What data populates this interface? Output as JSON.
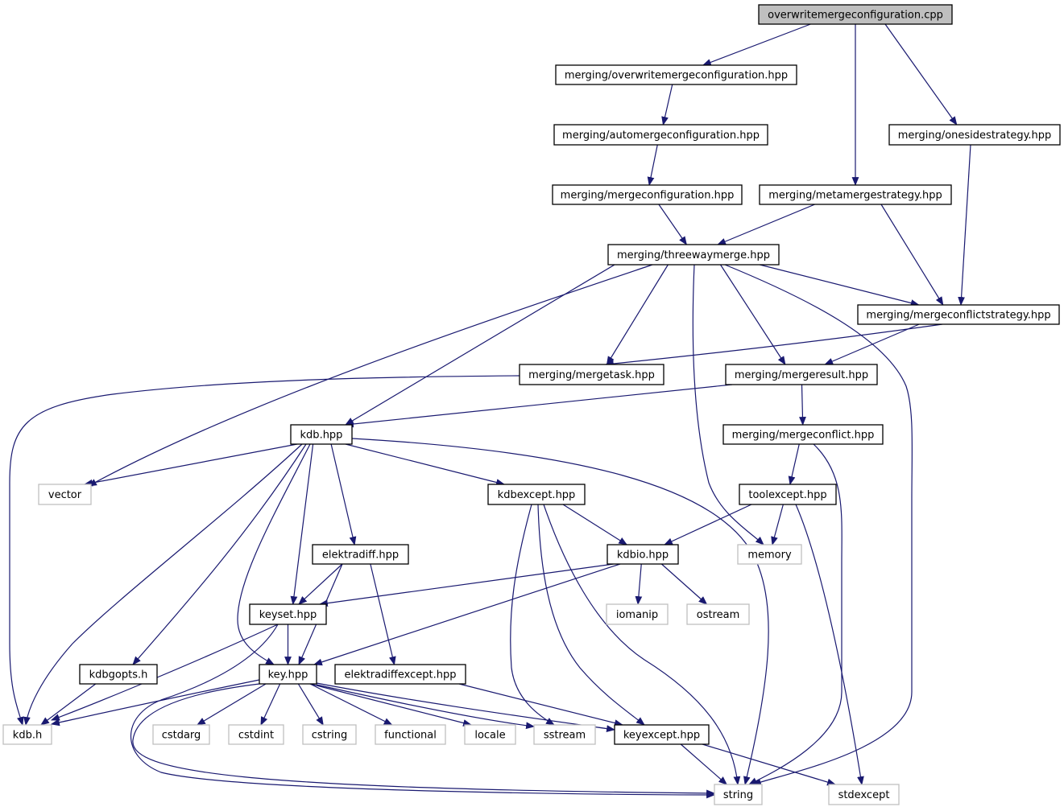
{
  "graph": {
    "type": "include-dependency-graph",
    "colors": {
      "edge": "#191970",
      "root_fill": "#bfbfbf",
      "internal_border": "#000000",
      "external_border": "#bfbfbf"
    },
    "nodes": [
      {
        "id": "cpp",
        "label": "overwritemergeconfiguration.cpp",
        "kind": "root"
      },
      {
        "id": "ovh",
        "label": "merging/overwritemergeconfiguration.hpp",
        "kind": "internal"
      },
      {
        "id": "auto",
        "label": "merging/automergeconfiguration.hpp",
        "kind": "internal"
      },
      {
        "id": "oness",
        "label": "merging/onesidestrategy.hpp",
        "kind": "internal"
      },
      {
        "id": "mcfg",
        "label": "merging/mergeconfiguration.hpp",
        "kind": "internal"
      },
      {
        "id": "meta",
        "label": "merging/metamergestrategy.hpp",
        "kind": "internal"
      },
      {
        "id": "three",
        "label": "merging/threewaymerge.hpp",
        "kind": "internal"
      },
      {
        "id": "mcs",
        "label": "merging/mergeconflictstrategy.hpp",
        "kind": "internal"
      },
      {
        "id": "mtask",
        "label": "merging/mergetask.hpp",
        "kind": "internal"
      },
      {
        "id": "mres",
        "label": "merging/mergeresult.hpp",
        "kind": "internal"
      },
      {
        "id": "kdbhpp",
        "label": "kdb.hpp",
        "kind": "internal"
      },
      {
        "id": "mconf",
        "label": "merging/mergeconflict.hpp",
        "kind": "internal"
      },
      {
        "id": "vector",
        "label": "vector",
        "kind": "external"
      },
      {
        "id": "kdbexc",
        "label": "kdbexcept.hpp",
        "kind": "internal"
      },
      {
        "id": "toolexc",
        "label": "toolexcept.hpp",
        "kind": "internal"
      },
      {
        "id": "ediff",
        "label": "elektradiff.hpp",
        "kind": "internal"
      },
      {
        "id": "kdbio",
        "label": "kdbio.hpp",
        "kind": "internal"
      },
      {
        "id": "memory",
        "label": "memory",
        "kind": "external"
      },
      {
        "id": "keyset",
        "label": "keyset.hpp",
        "kind": "internal"
      },
      {
        "id": "iomanip",
        "label": "iomanip",
        "kind": "external"
      },
      {
        "id": "ostream",
        "label": "ostream",
        "kind": "external"
      },
      {
        "id": "kdbgopts",
        "label": "kdbgopts.h",
        "kind": "internal"
      },
      {
        "id": "key",
        "label": "key.hpp",
        "kind": "internal"
      },
      {
        "id": "ediffexc",
        "label": "elektradiffexcept.hpp",
        "kind": "internal"
      },
      {
        "id": "kdbh",
        "label": "kdb.h",
        "kind": "external"
      },
      {
        "id": "cstdarg",
        "label": "cstdarg",
        "kind": "external"
      },
      {
        "id": "cstdint",
        "label": "cstdint",
        "kind": "external"
      },
      {
        "id": "cstring",
        "label": "cstring",
        "kind": "external"
      },
      {
        "id": "functional",
        "label": "functional",
        "kind": "external"
      },
      {
        "id": "locale",
        "label": "locale",
        "kind": "external"
      },
      {
        "id": "sstream",
        "label": "sstream",
        "kind": "external"
      },
      {
        "id": "keyexc",
        "label": "keyexcept.hpp",
        "kind": "internal"
      },
      {
        "id": "string",
        "label": "string",
        "kind": "external"
      },
      {
        "id": "stdexcept",
        "label": "stdexcept",
        "kind": "external"
      }
    ],
    "edges": [
      [
        "cpp",
        "ovh"
      ],
      [
        "cpp",
        "meta"
      ],
      [
        "cpp",
        "oness"
      ],
      [
        "ovh",
        "auto"
      ],
      [
        "auto",
        "mcfg"
      ],
      [
        "mcfg",
        "three"
      ],
      [
        "meta",
        "three"
      ],
      [
        "meta",
        "mcs"
      ],
      [
        "oness",
        "mcs"
      ],
      [
        "three",
        "mcs"
      ],
      [
        "three",
        "mtask"
      ],
      [
        "three",
        "mres"
      ],
      [
        "three",
        "kdbhpp"
      ],
      [
        "three",
        "vector"
      ],
      [
        "three",
        "memory"
      ],
      [
        "three",
        "string"
      ],
      [
        "mcs",
        "mtask"
      ],
      [
        "mcs",
        "mres"
      ],
      [
        "mtask",
        "kdbh"
      ],
      [
        "mres",
        "kdbhpp"
      ],
      [
        "mres",
        "mconf"
      ],
      [
        "mconf",
        "toolexc"
      ],
      [
        "mconf",
        "string"
      ],
      [
        "kdbhpp",
        "vector"
      ],
      [
        "kdbhpp",
        "kdbexc"
      ],
      [
        "kdbhpp",
        "ediff"
      ],
      [
        "kdbhpp",
        "keyset"
      ],
      [
        "kdbhpp",
        "key"
      ],
      [
        "kdbhpp",
        "kdbgopts"
      ],
      [
        "kdbhpp",
        "kdbh"
      ],
      [
        "kdbhpp",
        "string"
      ],
      [
        "toolexc",
        "kdbio"
      ],
      [
        "toolexc",
        "memory"
      ],
      [
        "toolexc",
        "stdexcept"
      ],
      [
        "kdbexc",
        "kdbio"
      ],
      [
        "kdbexc",
        "sstream"
      ],
      [
        "kdbexc",
        "keyexc"
      ],
      [
        "kdbexc",
        "string"
      ],
      [
        "ediff",
        "keyset"
      ],
      [
        "ediff",
        "key"
      ],
      [
        "ediff",
        "ediffexc"
      ],
      [
        "kdbio",
        "keyset"
      ],
      [
        "kdbio",
        "key"
      ],
      [
        "kdbio",
        "iomanip"
      ],
      [
        "kdbio",
        "ostream"
      ],
      [
        "keyset",
        "key"
      ],
      [
        "keyset",
        "kdbh"
      ],
      [
        "keyset",
        "string"
      ],
      [
        "kdbgopts",
        "kdbh"
      ],
      [
        "key",
        "kdbh"
      ],
      [
        "key",
        "cstdarg"
      ],
      [
        "key",
        "cstdint"
      ],
      [
        "key",
        "cstring"
      ],
      [
        "key",
        "functional"
      ],
      [
        "key",
        "locale"
      ],
      [
        "key",
        "sstream"
      ],
      [
        "key",
        "keyexc"
      ],
      [
        "key",
        "string"
      ],
      [
        "ediffexc",
        "keyexc"
      ],
      [
        "keyexc",
        "string"
      ],
      [
        "keyexc",
        "stdexcept"
      ]
    ]
  }
}
